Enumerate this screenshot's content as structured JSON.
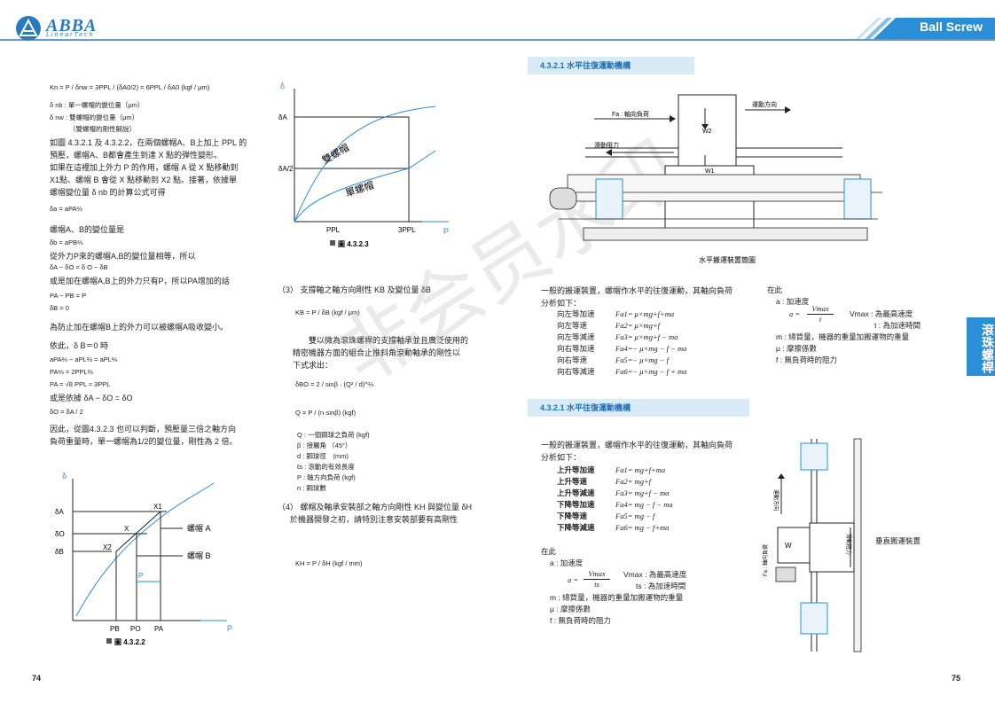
{
  "header": {
    "logo_text": "ABBA",
    "logo_sub": "LinearTech",
    "title": "Ball Screw"
  },
  "left": {
    "formula_kn": "Kn = P / δnw = 3PPL / (δA0/2) = 6PPL / δA0  (kgf / μm)",
    "def1": "δ nb : 單一螺帽的變位量（μm）",
    "def2": "δ nw : 雙螺帽的變位量（μm）",
    "def2b": "（雙螺帽的剛性解說）",
    "p1": [
      "如圖 4.3.2.1 及 4.3.2.2，在兩個螺帽A、B上加上 PPL 的",
      "預壓，螺帽A、B都會產生到達 X 點的弾性變形。",
      "如果在這裡加上外力 P 的作用，螺帽 A 從 X 點移動到",
      "X1點、螺帽 B 會從 X 點移動到 X2 點。接著，依據單",
      "螺帽變位量 δ nb 的計算公式可得"
    ],
    "f1": "δa = aPA⅔",
    "p2": "螺帽A、B的變位量是",
    "f2": "δb = aPB⅔",
    "p3": "從外力P來的螺帽A,B的變位量相等，所以",
    "f3": "δA − δO = δ O − δB",
    "p4": "或是加在螺帽A,B上的外力只有P，所以PA增加的話",
    "f4": "PA − PB = P",
    "f5": "δB = 0",
    "p5": "為防止加在螺帽B上的外力可以被螺帽A吸收變小。",
    "p6": "依此，δ B＝0 時",
    "f6": "aPA⅔ − aPL⅔ = aPL⅔",
    "f7": "PA⅔ = 2PPL⅔",
    "f8": "PA = √8 PPL ≈ 3PPL",
    "p7": "或是依據 δA − δO = δO",
    "f9": "δO = δA / 2",
    "p8": [
      "因此，從圖4.3.2.3 也可以判斷，預壓量三倍之軸方向",
      "負荷重量時，單一螺帽為1/2的變位量，剛性為 2 倍。"
    ],
    "fig1": {
      "caption": "圖 4.3.2.2",
      "ylabel": "δ",
      "xlabel": "P",
      "y_labels": [
        "δA",
        "δO",
        "δB"
      ],
      "x_labels": [
        "PB",
        "PO",
        "PA"
      ],
      "pts": [
        "X1",
        "X",
        "X2"
      ],
      "nutA": "螺帽 A",
      "nutB": "螺帽 B",
      "p_label": "P"
    },
    "page": "74"
  },
  "middle": {
    "fig2": {
      "caption": "圖 4.3.2.3",
      "ylabel": "δ",
      "y_labels": [
        "δA",
        "δA/2"
      ],
      "x_labels": [
        "PPL",
        "3PPL"
      ],
      "xlabel": "P",
      "curve1": "雙螺帽",
      "curve2": "單螺帽"
    },
    "h3": "（3） 支撐軸之軸方向剛性 KB 及變位量 δB",
    "f_kb": "KB = P / δB (kgf / μm)",
    "p3": [
      "雙以微為滾珠螺桿的支撐軸承並且廣泛使用的",
      "精密機器方面的組合止推斜角滾動軸承的剛性以",
      "下式求出："
    ],
    "f_db": "δBO = 2 / sinβ · (Q² / d)^⅓",
    "f_q": "Q = P / (n·sinβ)  (kgf)",
    "defs": [
      "Q : 一個鋼球之負荷 (kgf)",
      "β : 接觸角 （45°）",
      "d : 鋼球徑　(mm)",
      "ℓs : 滾動的有效長度",
      "P : 軸方向負荷 (kgf)",
      "n : 鋼球數"
    ],
    "h4": [
      "（4） 螺帽及軸承安裝部之軸方向剛性 KH 與變位量 δH",
      "於機器開發之初，請特別注意安裝部要有高剛性"
    ],
    "f_kh": "KH = P / δH  (kgf / mm)",
    "watermark": "非会员水印"
  },
  "right": {
    "sec1": "4.3.2.1 水平往復運動機構",
    "fig3": {
      "fa": "Fa : 軸向負荷",
      "dir": "運動方向",
      "fric": "滑動阻力",
      "w1": "W1",
      "w2": "W2",
      "caption": "水平搬運裝置簡圖"
    },
    "intro1": [
      "一般的搬運裝置，螺帽作水平的往復運動，其軸向負荷",
      "分析如下："
    ],
    "loads1": [
      [
        "向左等加速",
        "Fa1= μ×mg+f+ma"
      ],
      [
        "向左等速",
        "Fa2= μ×mg+f"
      ],
      [
        "向左等減速",
        "Fa3= μ×mg+f − ma"
      ],
      [
        "向右等加速",
        "Fa4=− μ×mg − f − ma"
      ],
      [
        "向右等速",
        "Fa5=− μ×mg − f"
      ],
      [
        "向右等減速",
        "Fa6=− μ×mg − f + ma"
      ]
    ],
    "notes1": {
      "head": "在此",
      "a": "a : 加速度",
      "vmax": "Vmax",
      "t": "t",
      "vdef": "Vmax : 為最高速度",
      "tdef": "t : 為加速時間",
      "m": "m : 總質量，機器的重量加搬運物的重量",
      "mu": "μ : 摩擦係數",
      "f": "f : 無負荷時的阻力"
    },
    "sec2": "4.3.2.1 水平往復運動機構",
    "intro2": [
      "一般的搬運裝置，螺帽作水平的往復運動，其軸向負荷",
      "分析如下："
    ],
    "loads2": [
      [
        "上升等加速",
        "Fa1= mg+f+ma"
      ],
      [
        "上升等速",
        "Fa2= mg+f"
      ],
      [
        "上升等減速",
        "Fa3= mg+f − ma"
      ],
      [
        "下降等加速",
        "Fa4= mg − f − ma"
      ],
      [
        "下降等速",
        "Fa5= mg − f"
      ],
      [
        "下降等減速",
        "Fa6= mg − f+ma"
      ]
    ],
    "notes2": {
      "head": "在此",
      "a": "a : 加速度",
      "vmax": "Vmax",
      "t": "ts",
      "vdef": "Vmax : 為最高速度",
      "tdef": "ts : 為加速時間",
      "m": "m : 總質量，機器的重量加搬運物的重量",
      "mu": "μ : 摩擦係數",
      "f": "f : 無負荷時的阻力"
    },
    "fig4": {
      "dir": "運動方向",
      "fric": "滑動阻力",
      "fa": "Fa : 軸向負荷",
      "w": "W",
      "caption": "垂直搬運裝置"
    },
    "side_tab": "滾珠螺桿",
    "page": "75"
  }
}
